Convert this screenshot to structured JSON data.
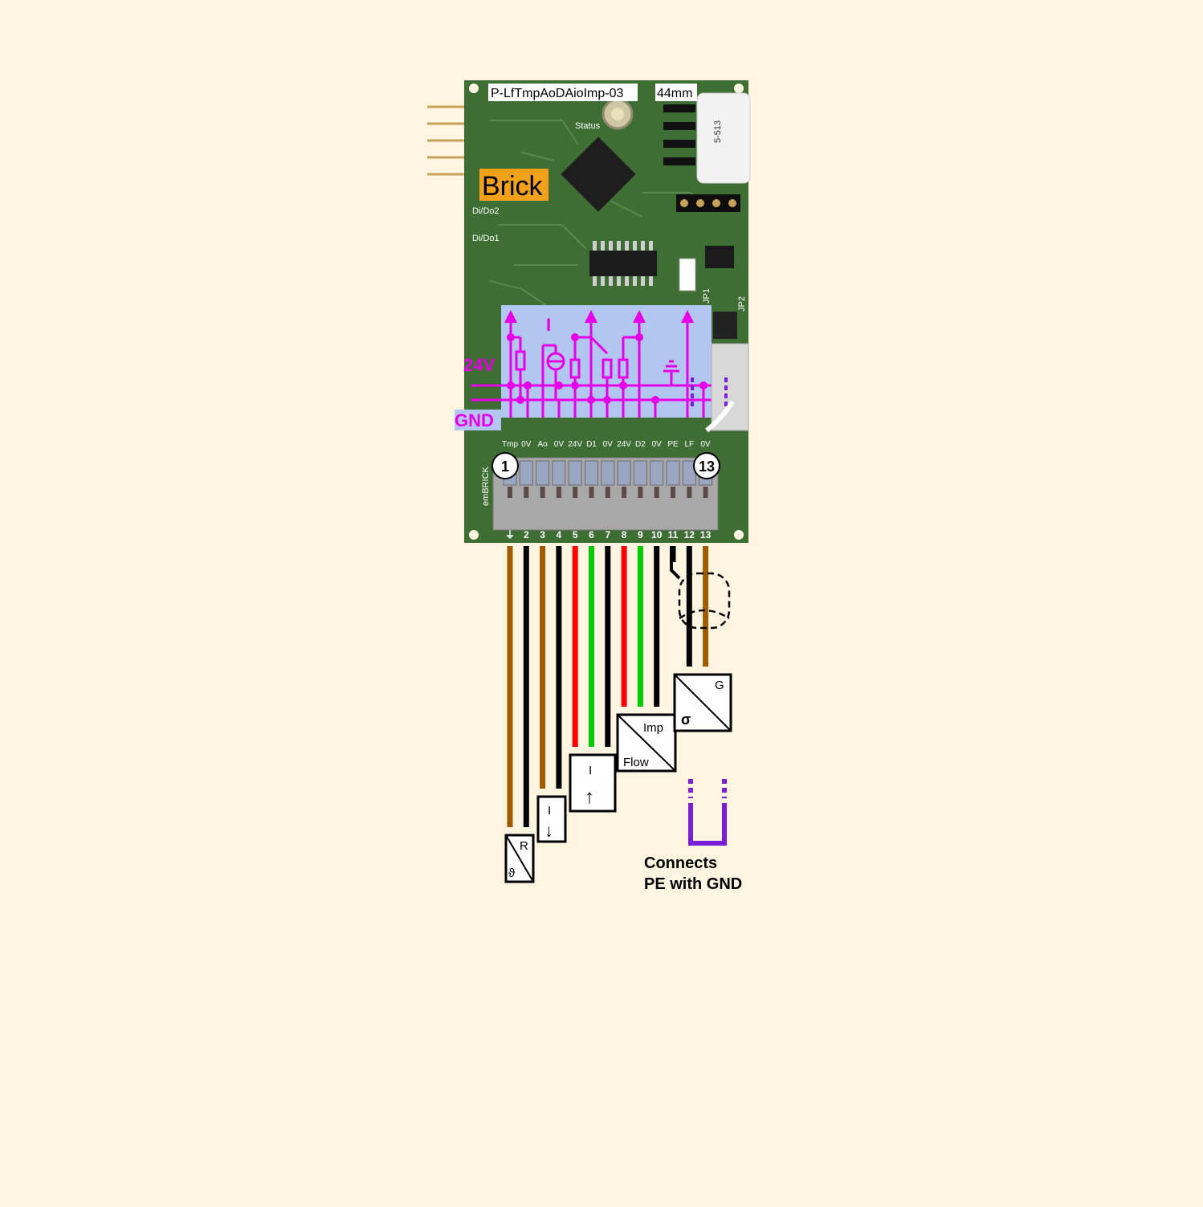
{
  "board": {
    "name_tag": "P-LfTmpAoDAioImp-03",
    "width_tag": "44mm",
    "brick_label": "Brick",
    "status_label": "Status",
    "led_labels": [
      "Di/Do2",
      "Di/Do1"
    ],
    "jumper_labels": [
      "JP1",
      "JP2"
    ],
    "relay_label": "5-513",
    "side_text": "emBRICK",
    "colors": {
      "pcb": "#3e6e34",
      "background": "#fff5e1",
      "schematic_overlay": "#b3c6f2",
      "schematic_lines": "#e600e6",
      "brick_tag": "#f2a21a",
      "pe_gnd_jumper": "#7a1fd9"
    }
  },
  "schematic": {
    "rail_24v_label": "24V",
    "rail_gnd_label": "GND",
    "current_symbol_label": "I"
  },
  "terminals": {
    "first_marker": "1",
    "last_marker": "13",
    "signal_labels": [
      "Tmp",
      "0V",
      "Ao",
      "0V",
      "24V",
      "D1",
      "0V",
      "24V",
      "D2",
      "0V",
      "PE",
      "LF",
      "0V"
    ],
    "numbers": [
      "⏚",
      "2",
      "3",
      "4",
      "5",
      "6",
      "7",
      "8",
      "9",
      "10",
      "11",
      "12",
      "13"
    ]
  },
  "wires": [
    {
      "terminal": 1,
      "color": "#a05a00"
    },
    {
      "terminal": 2,
      "color": "#000000"
    },
    {
      "terminal": 3,
      "color": "#a05a00"
    },
    {
      "terminal": 4,
      "color": "#000000"
    },
    {
      "terminal": 5,
      "color": "#ff0000"
    },
    {
      "terminal": 6,
      "color": "#00cc00"
    },
    {
      "terminal": 7,
      "color": "#000000"
    },
    {
      "terminal": 8,
      "color": "#ff0000"
    },
    {
      "terminal": 9,
      "color": "#00cc00"
    },
    {
      "terminal": 10,
      "color": "#000000"
    },
    {
      "terminal": 11,
      "color": "#000000"
    },
    {
      "terminal": 12,
      "color": "#000000"
    },
    {
      "terminal": 13,
      "color": "#a05a00"
    }
  ],
  "sensors": {
    "temperature": {
      "top_label": "R",
      "bottom_label": "ϑ"
    },
    "current_in": {
      "label": "I",
      "arrow": "↓"
    },
    "current_out": {
      "label": "I",
      "arrow": "↑"
    },
    "flow": {
      "top_label": "Imp",
      "bottom_label": "Flow"
    },
    "conductivity": {
      "top_label": "G",
      "bottom_label": "σ"
    }
  },
  "note": {
    "line1": "Connects",
    "line2": "PE with GND"
  }
}
